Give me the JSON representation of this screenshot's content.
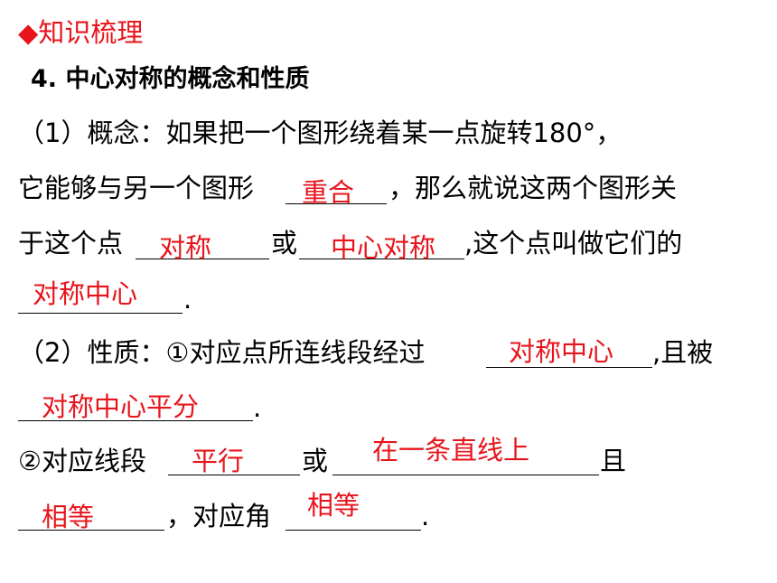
{
  "section": {
    "marker": "◆",
    "label": "知识梳理"
  },
  "heading": "4. 中心对称的概念和性质",
  "line1": "（1）概念：如果把一个图形绕着某一点旋转180°，",
  "line2": {
    "pre": "它能够与另一个图形",
    "post": "，那么就说这两个图形关"
  },
  "line3": {
    "pre": "于这个点",
    "mid": "或",
    "post": ",这个点叫做它们的"
  },
  "line4": {
    "post": "."
  },
  "line5": {
    "pre": "（2）性质：①对应点所连线段经过",
    "post": ",且被"
  },
  "line6": {
    "post": "."
  },
  "line7": {
    "pre": "②对应线段",
    "mid": "或",
    "post": "且"
  },
  "line8": {
    "mid": "，对应角",
    "post": "."
  },
  "answers": {
    "coincide": "重合",
    "symmetric": "对称",
    "central_symmetric": "中心对称",
    "center_of_symmetry_1": "对称中心",
    "center_of_symmetry_2": "对称中心",
    "bisected": "对称中心平分",
    "parallel": "平行",
    "collinear": "在一条直线上",
    "equal_1": "相等",
    "equal_2": "相等"
  },
  "colors": {
    "accent": "#e8141b",
    "text": "#000000",
    "background": "#ffffff"
  }
}
